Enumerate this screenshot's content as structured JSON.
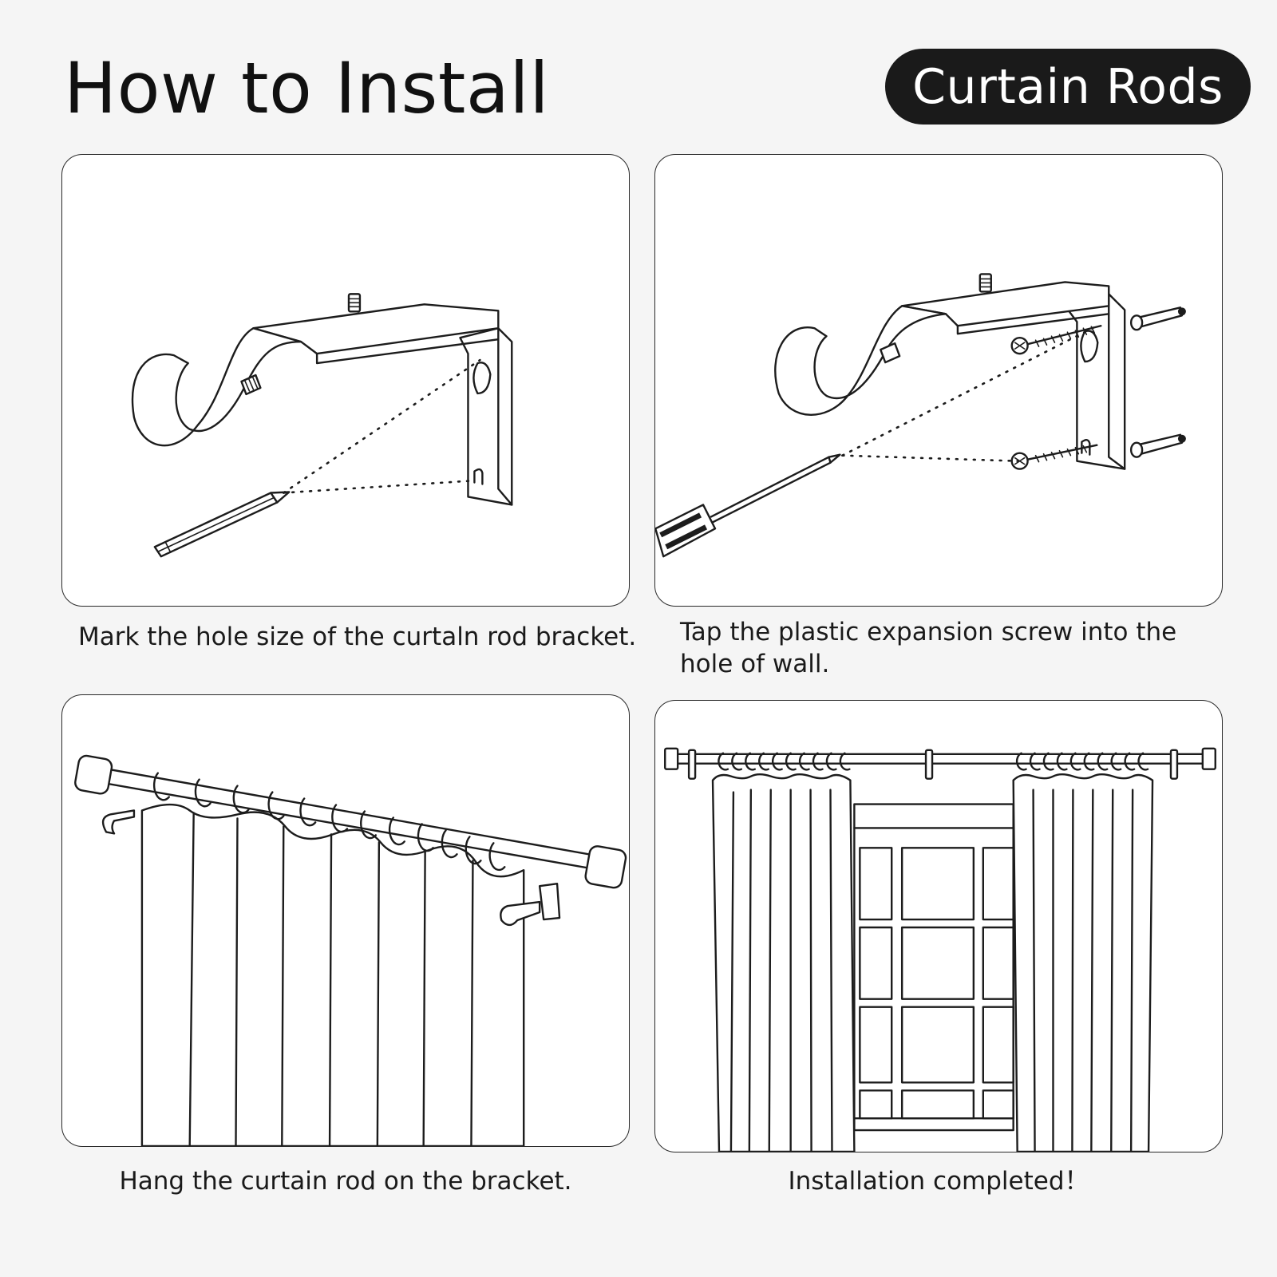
{
  "header": {
    "title": "How to Install",
    "badge": "Curtain Rods"
  },
  "steps": [
    {
      "caption": "Mark the hole size of the curtaln rod bracket."
    },
    {
      "caption": "Tap the plastic expansion screw into the\n hole of wall."
    },
    {
      "caption": "Hang the curtain rod on the bracket."
    },
    {
      "caption": "Installation completed！"
    }
  ],
  "colors": {
    "background": "#f5f5f5",
    "badge_background": "#1a1a1a",
    "badge_text": "#ffffff",
    "line_art": "#1c1c1c",
    "panel_fill": "#ffffff"
  },
  "icons": [
    "bracket-icon",
    "pencil-icon",
    "screwdriver-icon",
    "screw-icon",
    "wall-anchor-icon",
    "curtain-rod-icon",
    "curtain-icon",
    "window-icon"
  ]
}
